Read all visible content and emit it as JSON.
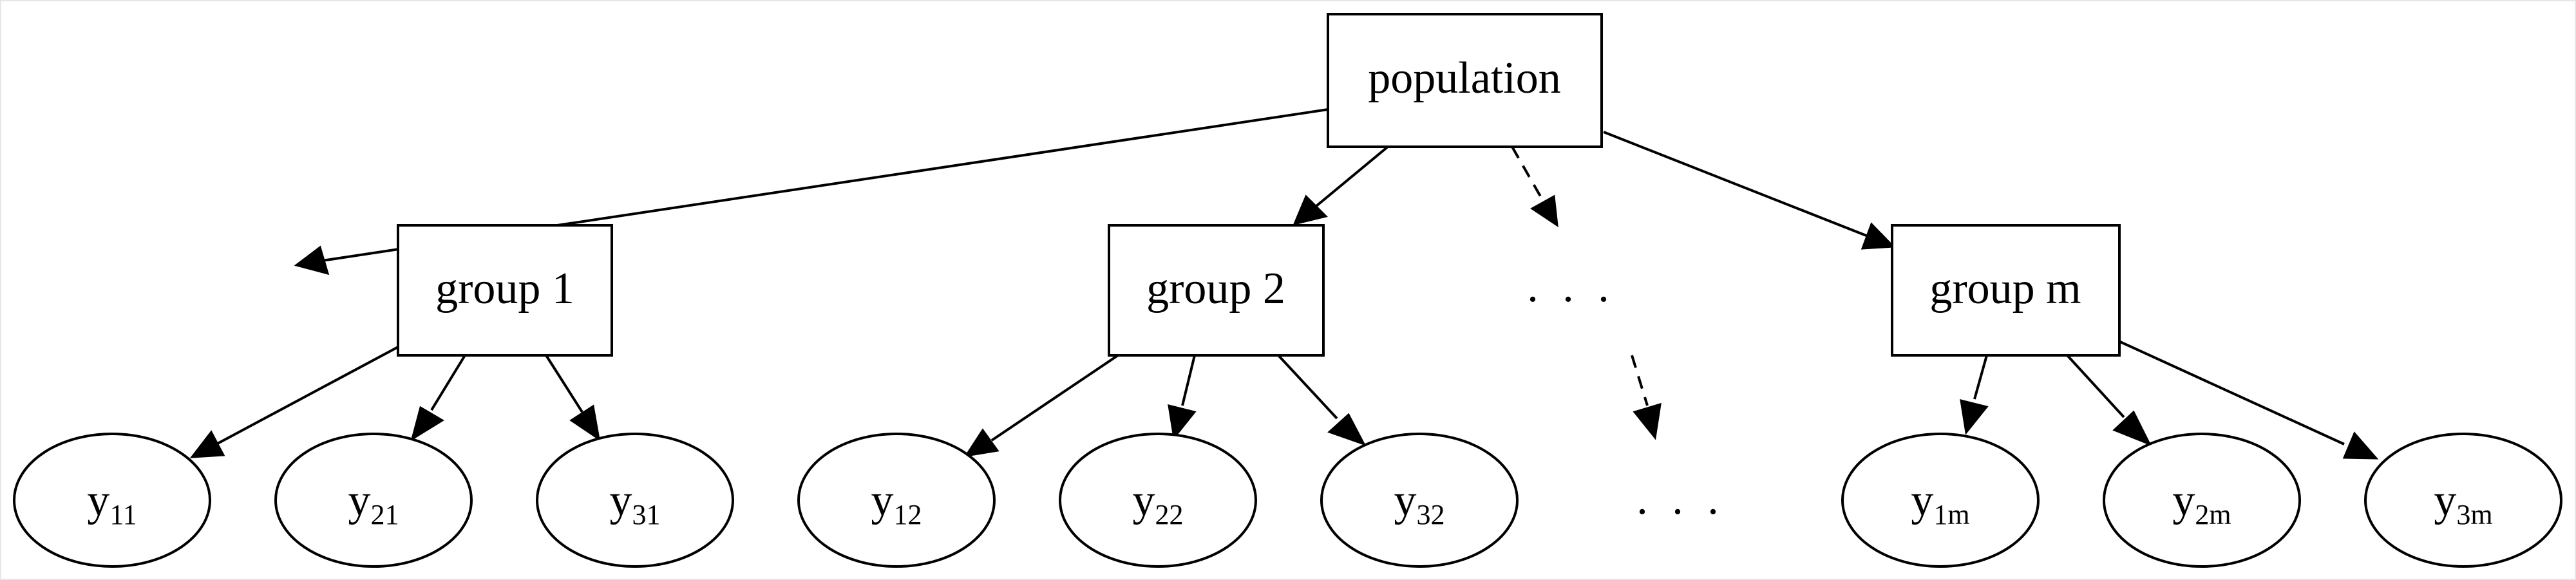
{
  "nodes": {
    "population": "population",
    "group1": "group 1",
    "group2": "group 2",
    "group_ellipsis": ". . .",
    "groupm": "group m",
    "leaf_ellipsis": ". . .",
    "leaves": [
      {
        "base": "y",
        "sub": "11"
      },
      {
        "base": "y",
        "sub": "21"
      },
      {
        "base": "y",
        "sub": "31"
      },
      {
        "base": "y",
        "sub": "12"
      },
      {
        "base": "y",
        "sub": "22"
      },
      {
        "base": "y",
        "sub": "32"
      },
      {
        "base": "y",
        "sub": "1m"
      },
      {
        "base": "y",
        "sub": "2m"
      },
      {
        "base": "y",
        "sub": "3m"
      }
    ]
  },
  "edges": [
    {
      "from": "population",
      "to": "group 1",
      "style": "solid"
    },
    {
      "from": "population",
      "to": "group 2",
      "style": "solid"
    },
    {
      "from": "population",
      "to": ". . .",
      "style": "dashed"
    },
    {
      "from": "population",
      "to": "group m",
      "style": "solid"
    },
    {
      "from": "group 1",
      "to": "y11",
      "style": "solid"
    },
    {
      "from": "group 1",
      "to": "y21",
      "style": "solid"
    },
    {
      "from": "group 1",
      "to": "y31",
      "style": "solid"
    },
    {
      "from": "group 2",
      "to": "y12",
      "style": "solid"
    },
    {
      "from": "group 2",
      "to": "y22",
      "style": "solid"
    },
    {
      "from": "group 2",
      "to": "y32",
      "style": "solid"
    },
    {
      "from": ". . .",
      "to": ". . .",
      "style": "dashed"
    },
    {
      "from": "group m",
      "to": "y1m",
      "style": "solid"
    },
    {
      "from": "group m",
      "to": "y2m",
      "style": "solid"
    },
    {
      "from": "group m",
      "to": "y3m",
      "style": "solid"
    }
  ]
}
